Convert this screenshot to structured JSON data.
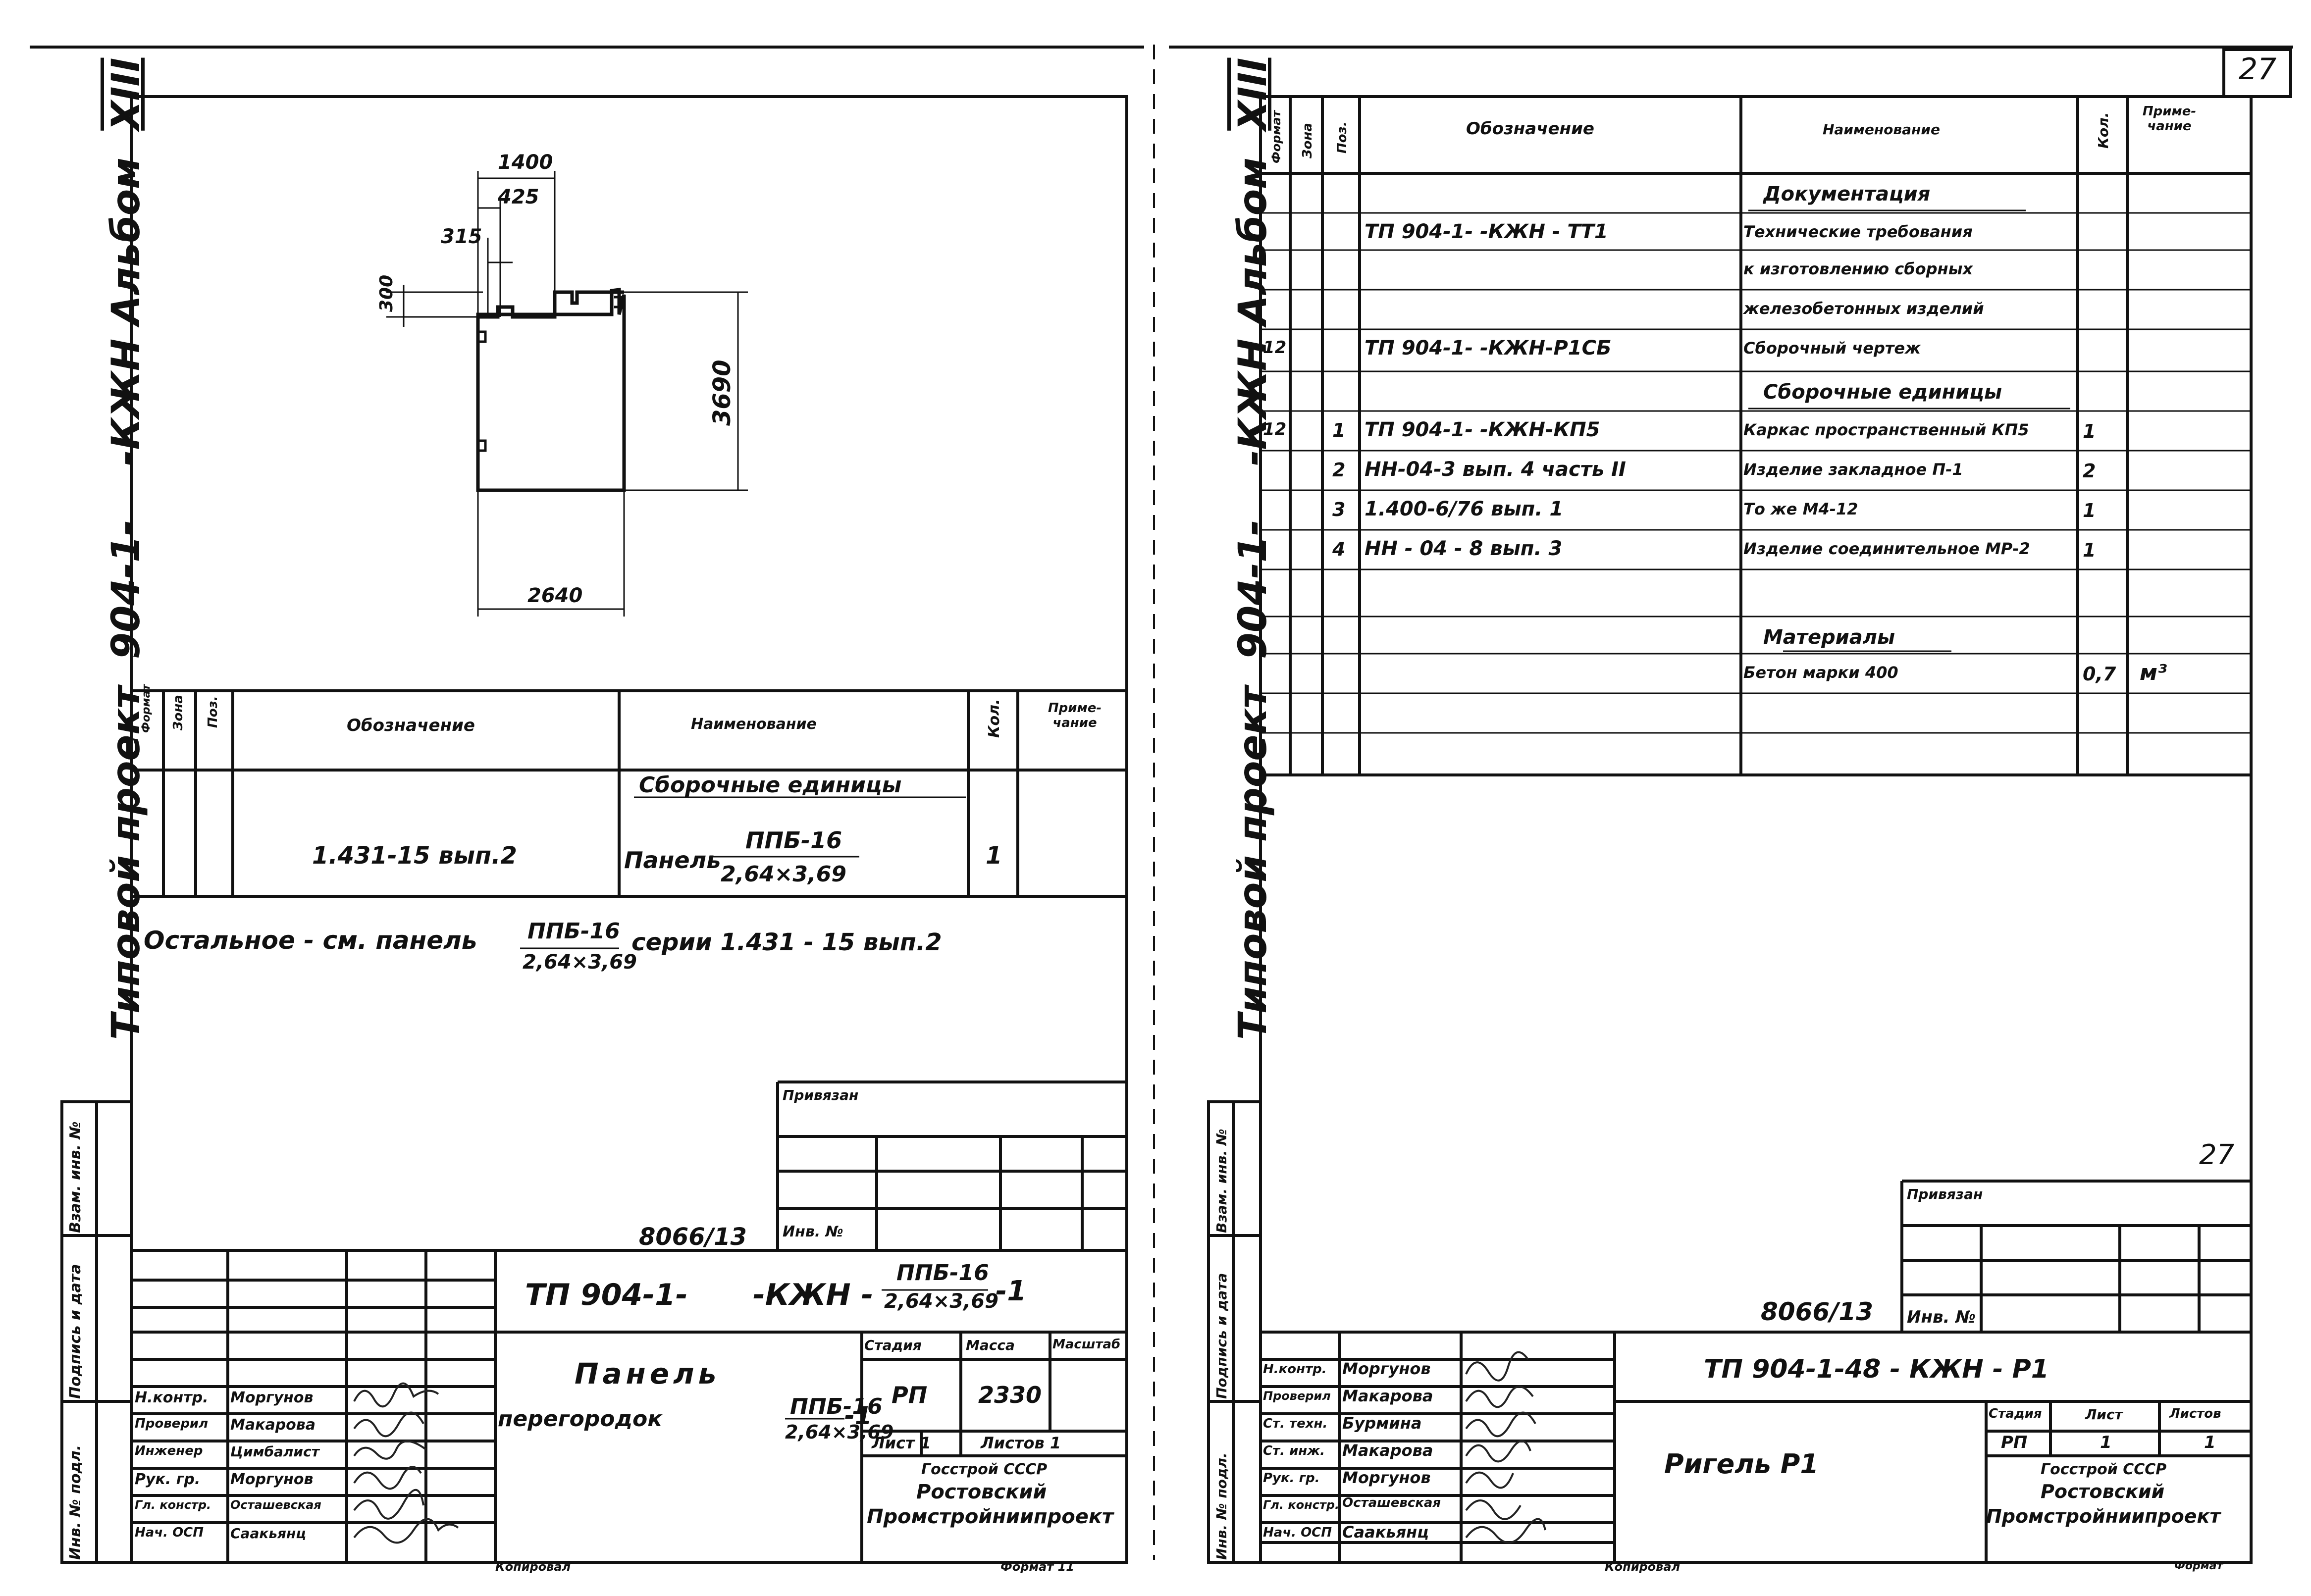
{
  "page_number_top": "27",
  "page_number_right": "27",
  "left_sheet": {
    "side_title": {
      "prefix": "Типовой проект",
      "code": "904-1-",
      "suffix": "-КЖН Альбом",
      "album": "XIII"
    },
    "side_stamp": [
      "Инв. № подл.",
      "Подпись и дата",
      "Взам. инв. №"
    ],
    "dimensions": {
      "d1400": "1400",
      "d425": "425",
      "d315": "315",
      "d300": "300",
      "d3690": "3690",
      "d2640": "2640"
    },
    "spec_headers": {
      "format": "Формат",
      "zone": "Зона",
      "pos": "Поз.",
      "designation": "Обозначение",
      "name": "Наименование",
      "qty": "Кол.",
      "note": "Приме-чание"
    },
    "section_assembly": "Сборочные единицы",
    "row1": {
      "designation": "1.431-15 вып.2",
      "name": "Панель",
      "frac_top": "ППБ-16",
      "frac_bottom": "2,64×3,69",
      "qty": "1"
    },
    "note_text": {
      "pre": "Остальное - см. панель",
      "frac_top": "ППБ-16",
      "frac_bottom": "2,64×3,69",
      "post": "серии 1.431 - 15 вып.2"
    },
    "bound": "Привязан",
    "inv_no": "Инв. №",
    "doc_no": "8066/13",
    "drawing_code": {
      "pre": "ТП 904-1-",
      "mid": "-КЖН -",
      "frac_top": "ППБ-16",
      "frac_bottom": "2,64×3,69",
      "suffix": "-1"
    },
    "title": {
      "line1": "Панель",
      "line2": "перегородок",
      "frac_top": "ППБ-16",
      "frac_bottom": "2,64×3,69",
      "suffix": "-1"
    },
    "stage_h": "Стадия",
    "mass_h": "Масса",
    "scale_h": "Масштаб",
    "stage": "РП",
    "mass": "2330",
    "sheet": "Лист 1",
    "sheets": "Листов 1",
    "org": [
      "Госстрой СССР",
      "Ростовский",
      "Промстройниипроект"
    ],
    "staff": [
      {
        "role": "Н.контр.",
        "name": "Моргунов"
      },
      {
        "role": "Проверил",
        "name": "Макарова"
      },
      {
        "role": "Инженер",
        "name": "Цимбалист"
      },
      {
        "role": "Рук. гр.",
        "name": "Моргунов"
      },
      {
        "role": "Гл. констр.",
        "name": "Осташевская"
      },
      {
        "role": "Нач. ОСП",
        "name": "Саакьянц"
      }
    ],
    "copied": "Копировал",
    "format": "Формат 11"
  },
  "right_sheet": {
    "side_title": {
      "prefix": "Типовой проект",
      "code": "904-1-",
      "suffix": "-КЖН Альбом",
      "album": "XIII"
    },
    "side_stamp": [
      "Инв. № подл.",
      "Подпись и дата",
      "Взам. инв. №"
    ],
    "spec_headers": {
      "format": "Формат",
      "zone": "Зона",
      "pos": "Поз.",
      "designation": "Обозначение",
      "name": "Наименование",
      "qty": "Кол.",
      "note": "Приме-чание"
    },
    "rows": [
      {
        "f": "",
        "p": "",
        "d": "",
        "n": "Документация",
        "q": "",
        "nt": "",
        "sec": true
      },
      {
        "f": "",
        "p": "",
        "d": "ТП 904-1-    -КЖН - ТТ1",
        "n": "Технические требования",
        "q": "",
        "nt": ""
      },
      {
        "f": "",
        "p": "",
        "d": "",
        "n": "к изготовлению сборных",
        "q": "",
        "nt": ""
      },
      {
        "f": "",
        "p": "",
        "d": "",
        "n": "железобетонных изделий",
        "q": "",
        "nt": ""
      },
      {
        "f": "12",
        "p": "",
        "d": "ТП 904-1-    -КЖН-Р1СБ",
        "n": "Сборочный чертеж",
        "q": "",
        "nt": ""
      },
      {
        "f": "",
        "p": "",
        "d": "",
        "n": "Сборочные единицы",
        "q": "",
        "nt": "",
        "sec": true
      },
      {
        "f": "12",
        "p": "1",
        "d": "ТП 904-1-  -КЖН-КП5",
        "n": "Каркас пространственный КП5",
        "q": "1",
        "nt": ""
      },
      {
        "f": "",
        "p": "2",
        "d": "НН-04-3 вып. 4 часть II",
        "n": "Изделие закладное П-1",
        "q": "2",
        "nt": ""
      },
      {
        "f": "",
        "p": "3",
        "d": "1.400-6/76 вып. 1",
        "n": "То же          М4-12",
        "q": "1",
        "nt": ""
      },
      {
        "f": "",
        "p": "4",
        "d": "НН - 04 - 8 вып. 3",
        "n": "Изделие соединительное МР-2",
        "q": "1",
        "nt": ""
      },
      {
        "f": "",
        "p": "",
        "d": "",
        "n": "",
        "q": "",
        "nt": ""
      },
      {
        "f": "",
        "p": "",
        "d": "",
        "n": "Материалы",
        "q": "",
        "nt": "",
        "sec": true
      },
      {
        "f": "",
        "p": "",
        "d": "",
        "n": "Бетон   марки   400",
        "q": "0,7",
        "nt": "м³"
      },
      {
        "f": "",
        "p": "",
        "d": "",
        "n": "",
        "q": "",
        "nt": ""
      }
    ],
    "bound": "Привязан",
    "inv_no": "Инв. №",
    "doc_no": "8066/13",
    "drawing_code": "ТП 904-1-48 - КЖН - Р1",
    "title": "Ригель Р1",
    "stage_h": "Стадия",
    "sheet_h": "Лист",
    "sheets_h": "Листов",
    "stage": "РП",
    "sheet": "1",
    "sheets": "1",
    "org": [
      "Госстрой СССР",
      "Ростовский",
      "Промстройниипроект"
    ],
    "staff": [
      {
        "role": "Н.контр.",
        "name": "Моргунов"
      },
      {
        "role": "Проверил",
        "name": "Макарова"
      },
      {
        "role": "Ст. техн.",
        "name": "Бурмина"
      },
      {
        "role": "Ст. инж.",
        "name": "Макарова"
      },
      {
        "role": "Рук. гр.",
        "name": "Моргунов"
      },
      {
        "role": "Гл. констр.",
        "name": "Осташевская"
      },
      {
        "role": "Нач. ОСП",
        "name": "Саакьянц"
      }
    ],
    "copied": "Копировал",
    "format": "Формат"
  }
}
